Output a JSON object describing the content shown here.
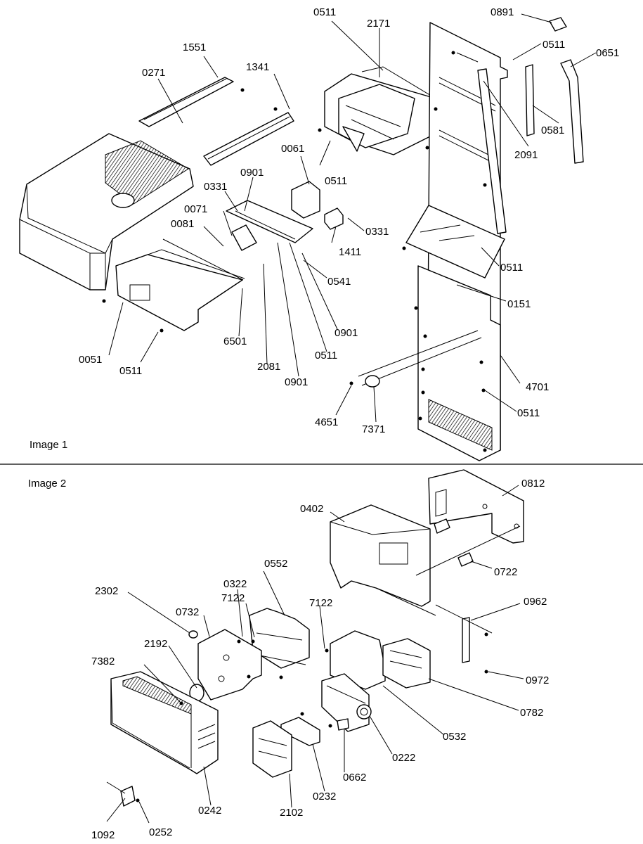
{
  "panels": [
    {
      "title": "Image 1",
      "callouts": [
        "0511",
        "2171",
        "0891",
        "0511",
        "0651",
        "1551",
        "0271",
        "1341",
        "0581",
        "2091",
        "0061",
        "0511",
        "0331",
        "0901",
        "0071",
        "0081",
        "0331",
        "1411",
        "0511",
        "0541",
        "0151",
        "0901",
        "0051",
        "0511",
        "6501",
        "2081",
        "0511",
        "0901",
        "4701",
        "4651",
        "7371",
        "0511"
      ]
    },
    {
      "title": "Image 2",
      "callouts": [
        "0812",
        "0402",
        "0722",
        "0552",
        "2302",
        "0322",
        "7122",
        "7122",
        "0732",
        "0962",
        "2192",
        "7382",
        "0972",
        "0782",
        "0532",
        "0222",
        "0662",
        "0232",
        "0242",
        "2102",
        "1092",
        "0252"
      ]
    }
  ]
}
